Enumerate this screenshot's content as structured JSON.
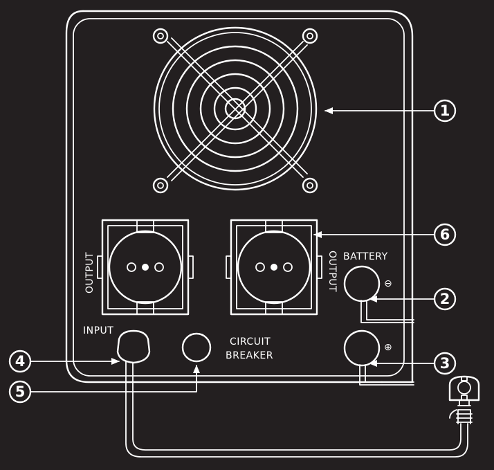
{
  "labels": {
    "output_left": "OUTPUT",
    "output_right": "OUTPUT",
    "battery": "BATTERY",
    "battery_negative": "⊖",
    "battery_positive": "⊕",
    "input": "INPUT",
    "circuit_breaker_line1": "CIRCUIT",
    "circuit_breaker_line2": "BREAKER"
  },
  "callouts": [
    {
      "number": "1",
      "target": "cooling-fan"
    },
    {
      "number": "2",
      "target": "battery-negative-terminal"
    },
    {
      "number": "3",
      "target": "battery-positive-terminal"
    },
    {
      "number": "4",
      "target": "input-cable-gland"
    },
    {
      "number": "5",
      "target": "circuit-breaker"
    },
    {
      "number": "6",
      "target": "output-socket-right"
    }
  ],
  "colors": {
    "background": "#231f20",
    "line": "#ffffff"
  }
}
